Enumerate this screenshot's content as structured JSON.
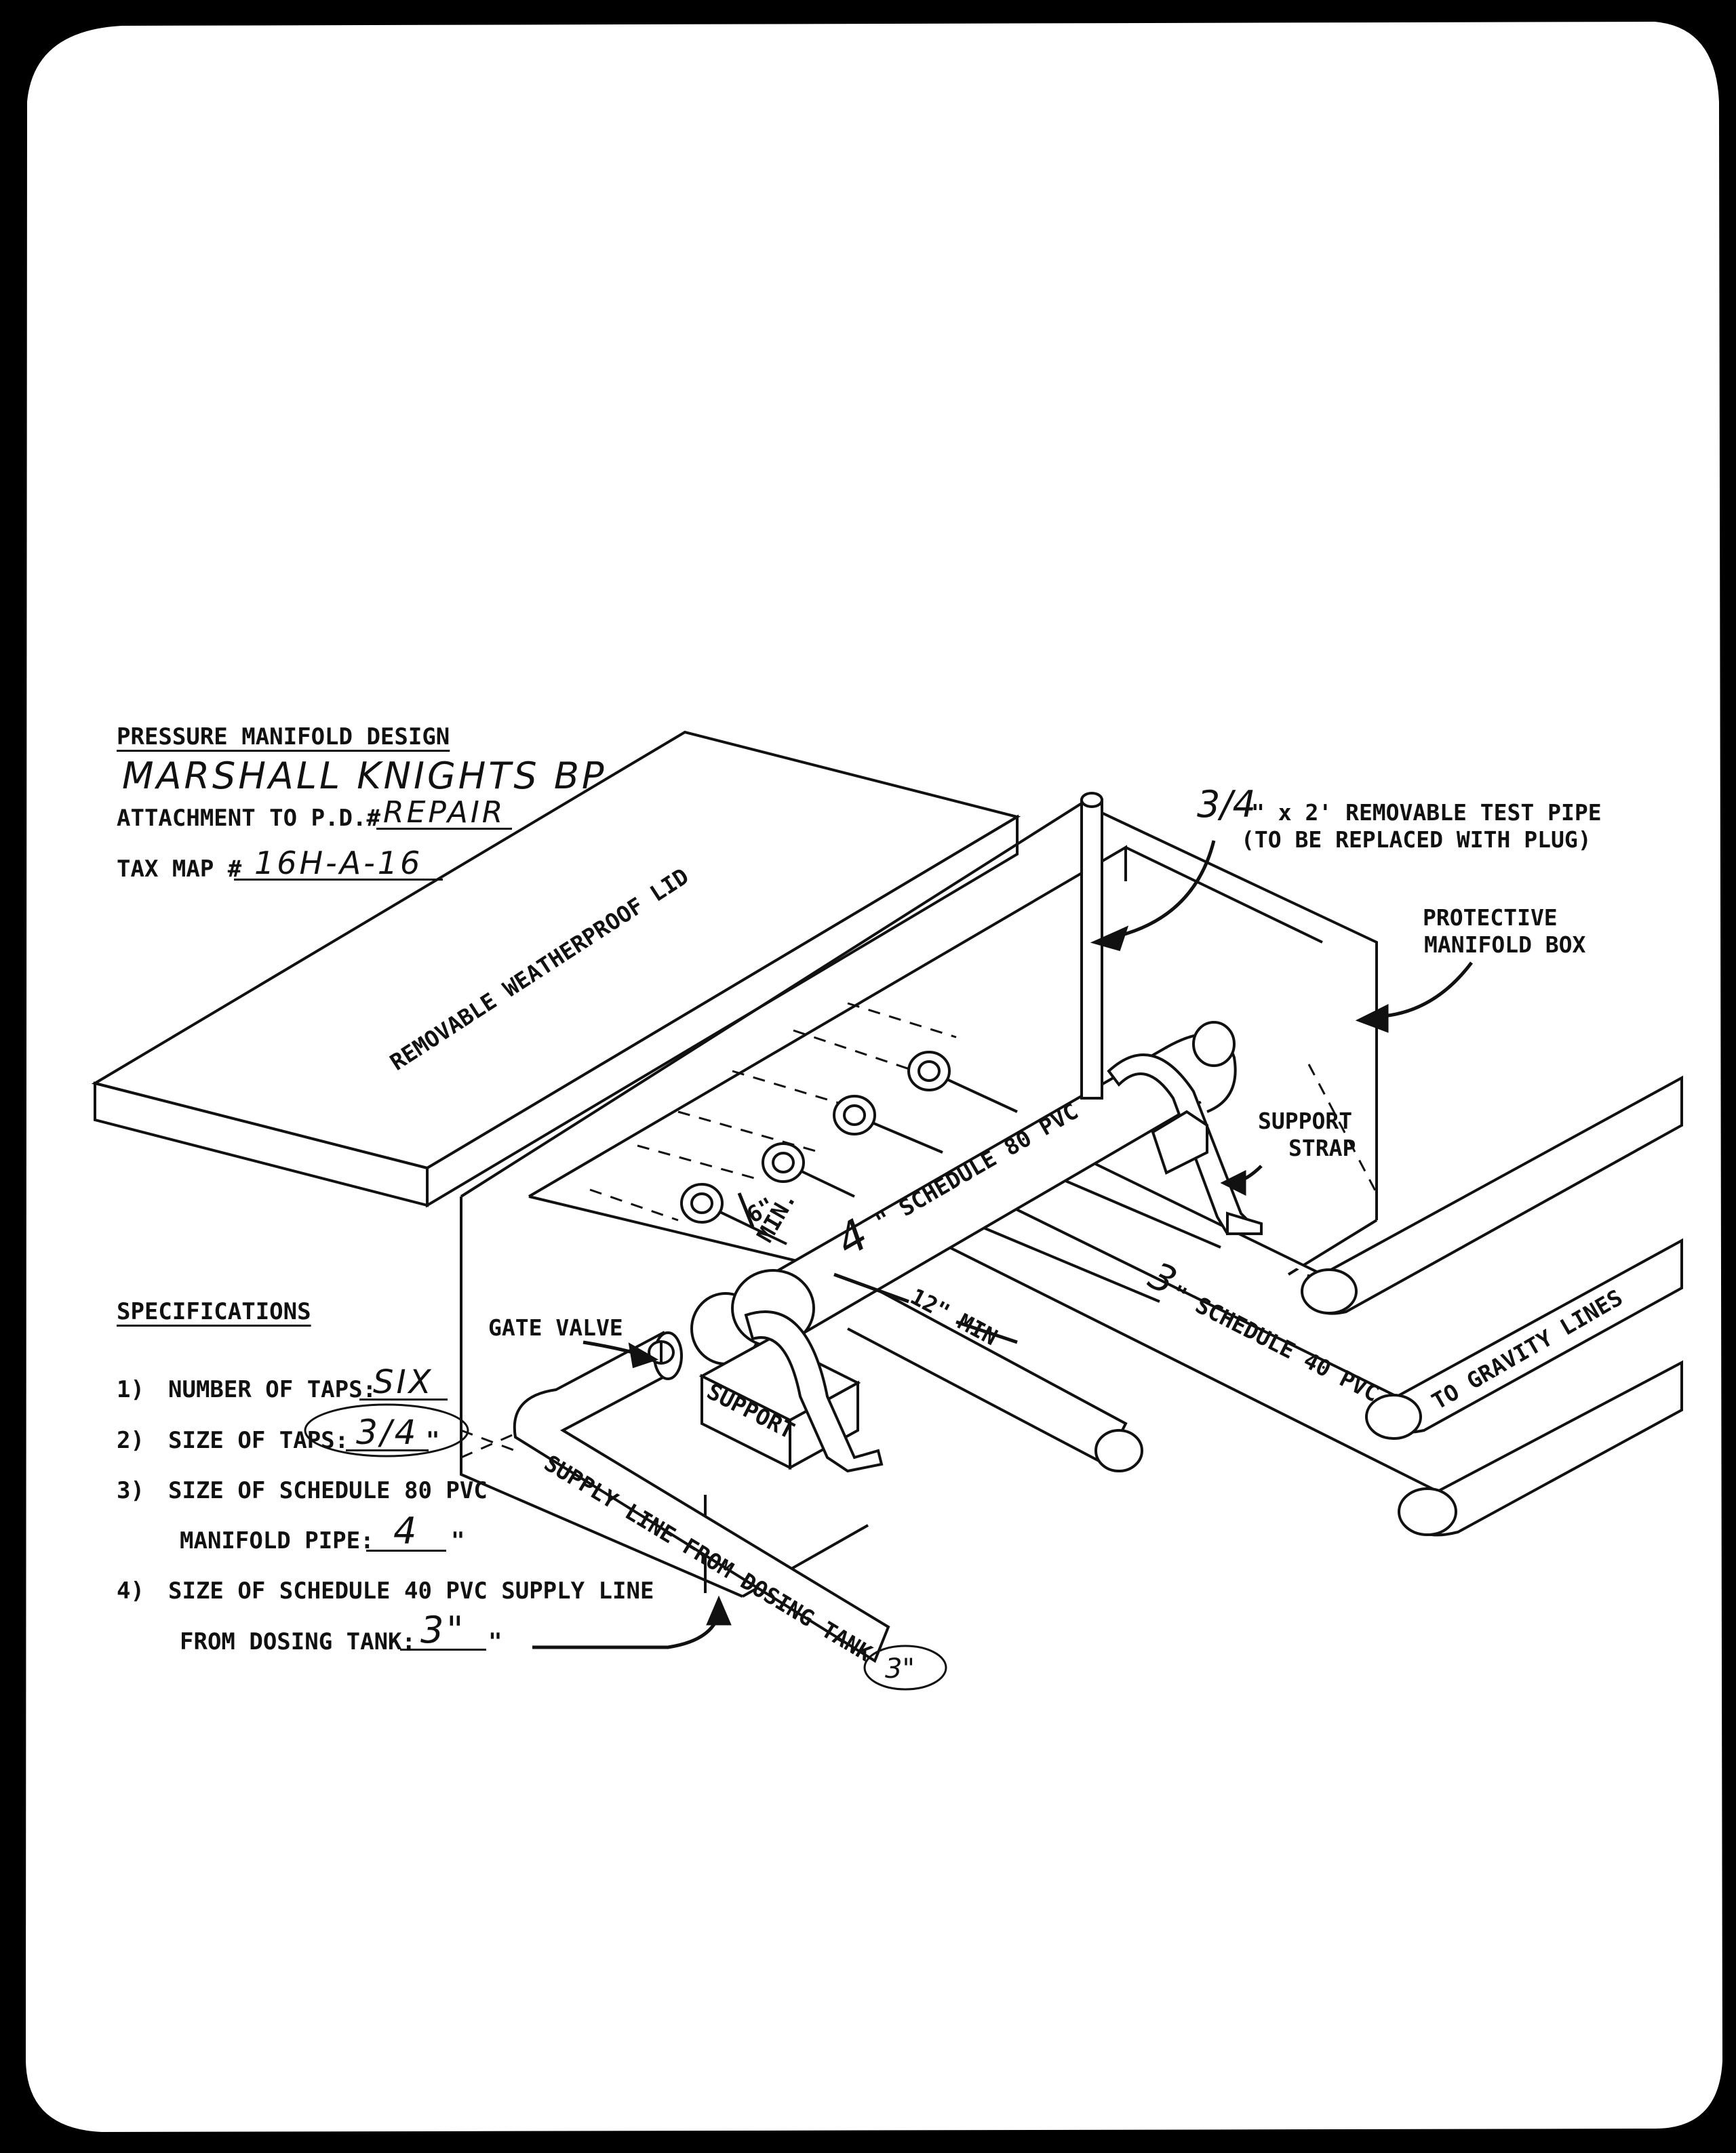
{
  "header": {
    "title": "PRESSURE MANIFOLD DESIGN",
    "project_name": "MARSHALL KNIGHTS BP",
    "attachment_label": "ATTACHMENT TO P.D.#",
    "attachment_value": "REPAIR",
    "taxmap_label": "TAX MAP #",
    "taxmap_value": "16H-A-16"
  },
  "specifications": {
    "heading": "SPECIFICATIONS",
    "items": [
      {
        "num": "1)",
        "label": "NUMBER OF TAPS:",
        "value": "SIX",
        "suffix": ""
      },
      {
        "num": "2)",
        "label": "SIZE OF TAPS:",
        "value": "3/4",
        "suffix": "\""
      },
      {
        "num": "3)",
        "label": "SIZE OF SCHEDULE 80 PVC",
        "label2": "MANIFOLD PIPE:",
        "value": "4",
        "suffix": "\""
      },
      {
        "num": "4)",
        "label": "SIZE OF SCHEDULE 40 PVC SUPPLY LINE",
        "label2": "FROM DOSING TANK:",
        "value": "3\"",
        "suffix": "\""
      }
    ]
  },
  "diagram": {
    "lid": "REMOVABLE WEATHERPROOF LID",
    "test_pipe_size": "3/4",
    "test_pipe_1": "\" x 2' REMOVABLE TEST PIPE",
    "test_pipe_2": "(TO BE REPLACED WITH PLUG)",
    "box_1": "PROTECTIVE",
    "box_2": "MANIFOLD BOX",
    "strap_1": "SUPPORT",
    "strap_2": "STRAP",
    "gate_valve": "GATE VALVE",
    "support": "SUPPORT",
    "manifold_size": "4",
    "manifold_label": "\" SCHEDULE 80 PVC",
    "lateral_size": "3",
    "lateral_label": "\" SCHEDULE 40 PVC",
    "gravity": "TO GRAVITY LINES",
    "six_min_1": "6\"",
    "six_min_2": "MIN.",
    "twelve_min": "12\" MIN",
    "supply_line": "SUPPLY LINE FROM DOSING TANK",
    "supply_size": "3\""
  }
}
